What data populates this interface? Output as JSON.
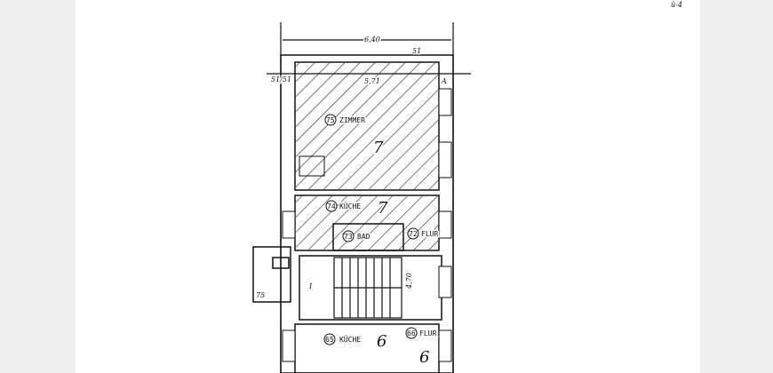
{
  "plan": {
    "width_dimension": "6,40",
    "wall_note_left": "51/51",
    "wall_note_right": "51",
    "top_dim": "5,71",
    "corner_mark": "A",
    "stair_note": "4,70",
    "stair_mark": "I",
    "annex_note": "75",
    "corner_annotation": "ü-4",
    "rooms": [
      {
        "number": "75",
        "name": "ZIMMER",
        "unit": "7"
      },
      {
        "number": "74",
        "name": "KÜCHE",
        "unit": "7"
      },
      {
        "number": "73",
        "name": "BAD"
      },
      {
        "number": "72",
        "name": "FLUR"
      },
      {
        "number": "65",
        "name": "KÜCHE",
        "unit": "6"
      },
      {
        "number": "66",
        "name": "FLUR",
        "unit": "6"
      }
    ]
  }
}
